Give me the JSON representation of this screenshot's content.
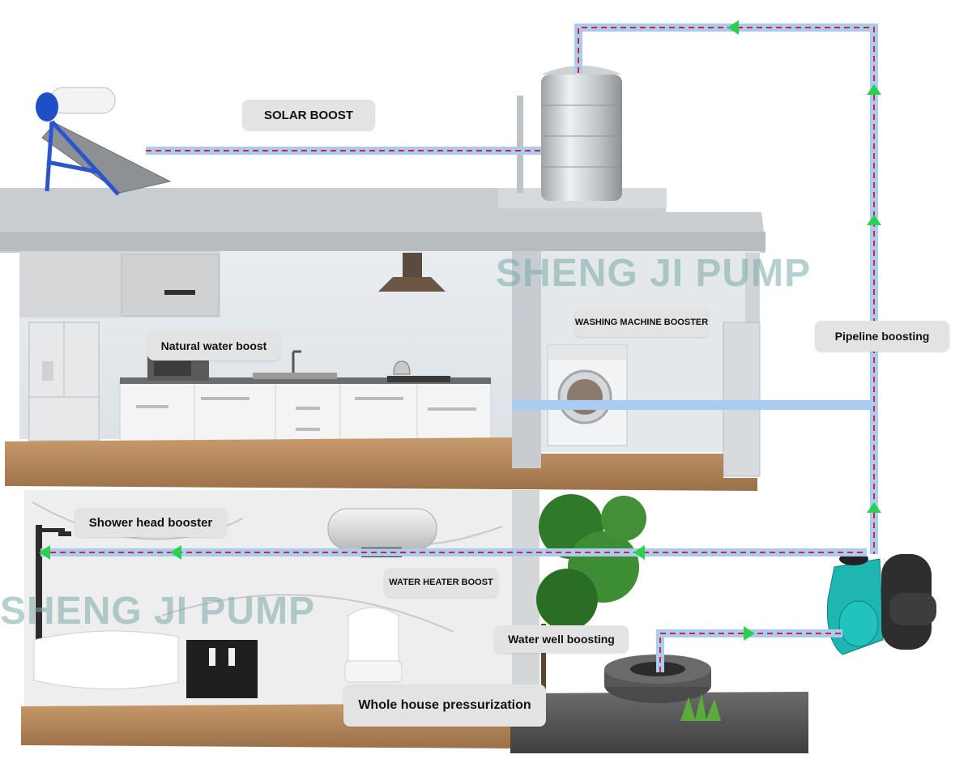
{
  "labels": {
    "solar_boost": "SOLAR BOOST",
    "natural_water_boost": "Natural water boost",
    "washing_machine_booster": "WASHING MACHINE BOOSTER",
    "pipeline_boosting": "Pipeline boosting",
    "shower_head_booster": "Shower head booster",
    "water_heater_boost": "WATER HEATER BOOST",
    "water_well_boosting": "Water well boosting",
    "whole_house_pressurization": "Whole house pressurization"
  },
  "watermark": {
    "upper": "SHENG JI PUMP",
    "lower": "SHENG JI PUMP"
  },
  "colors": {
    "pipe": "#a9cdf2",
    "flow_line": "#e0202a",
    "arrow": "#2bd14e",
    "label_bg": "#e3e3e3",
    "pump_body": "#1fb5b0"
  }
}
